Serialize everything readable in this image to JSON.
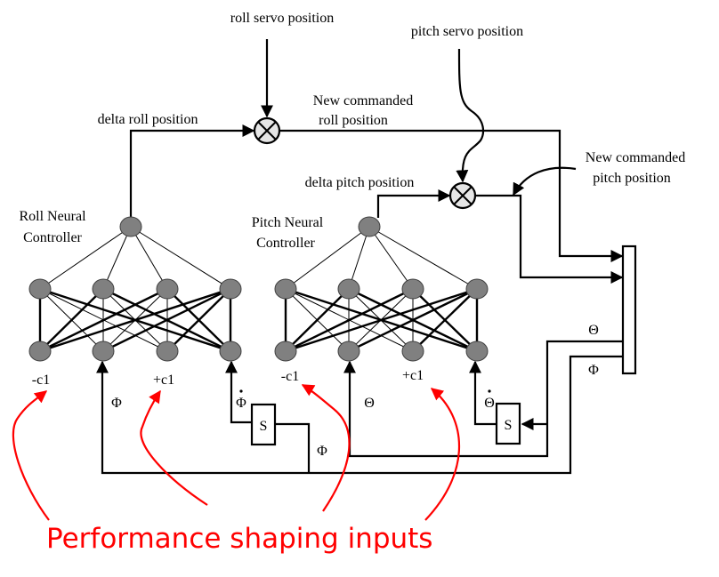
{
  "labels": {
    "roll_servo": "roll servo position",
    "pitch_servo": "pitch servo position",
    "delta_roll": "delta roll position",
    "new_roll_1": "New commanded",
    "new_roll_2": "roll position",
    "delta_pitch": "delta pitch position",
    "new_pitch_1": "New commanded",
    "new_pitch_2": "pitch position",
    "roll_ctrl_1": "Roll Neural",
    "roll_ctrl_2": "Controller",
    "pitch_ctrl_1": "Pitch Neural",
    "pitch_ctrl_2": "Controller",
    "roll_neg_c1": "-c1",
    "roll_pos_c1": "+c1",
    "pitch_neg_c1": "-c1",
    "pitch_pos_c1": "+c1",
    "phi": "Φ",
    "phi_dot": "Φ",
    "phi_feed": "Φ",
    "theta": "Θ",
    "theta_dot": "Θ",
    "bus_theta": "Θ",
    "bus_phi": "Φ",
    "roll_diff_block": "S",
    "pitch_diff_block": "S",
    "annotation": "Performance shaping inputs"
  },
  "colors": {
    "node_fill": "#808080",
    "multiplier_fill": "#e6e6e6",
    "annotation": "#ff0000"
  },
  "networks": [
    {
      "name": "Roll Neural Controller",
      "layers": [
        4,
        4,
        1
      ]
    },
    {
      "name": "Pitch Neural Controller",
      "layers": [
        4,
        4,
        1
      ]
    }
  ]
}
